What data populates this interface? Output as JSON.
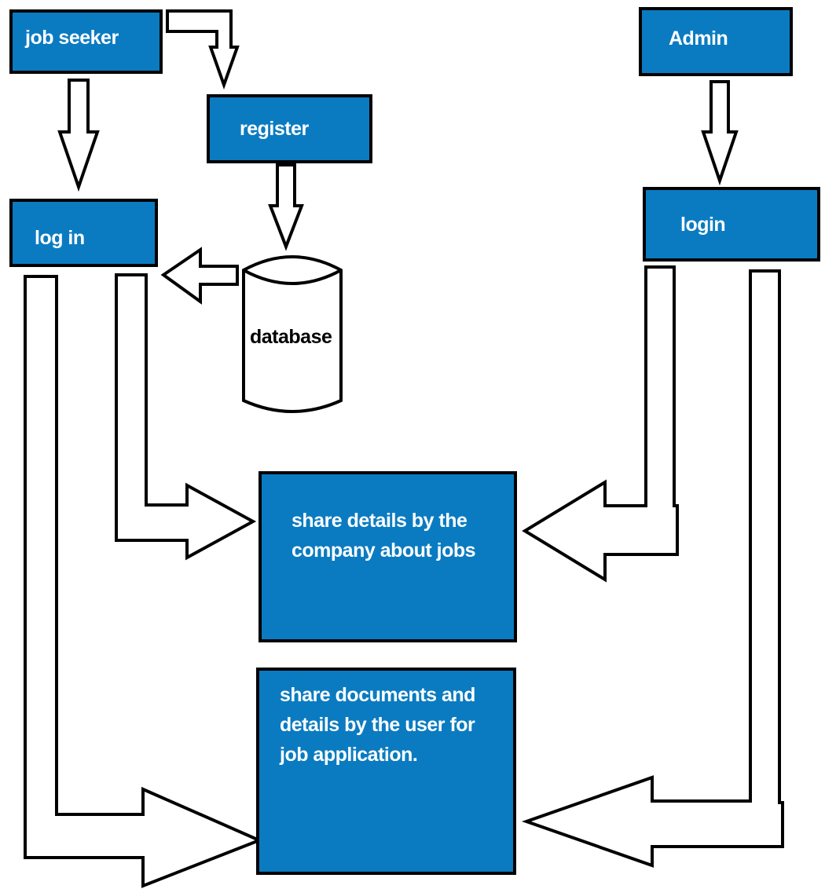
{
  "nodes": {
    "job_seeker": "job seeker",
    "register": "register",
    "admin": "Admin",
    "log_in": "log in",
    "login": "login",
    "database": "database",
    "share_jobs": "share details by the company about jobs",
    "share_documents": "share documents and details by the user for job application."
  },
  "colors": {
    "box_fill": "#0a7bc1",
    "box_text": "#ffffff",
    "outline": "#000000"
  }
}
